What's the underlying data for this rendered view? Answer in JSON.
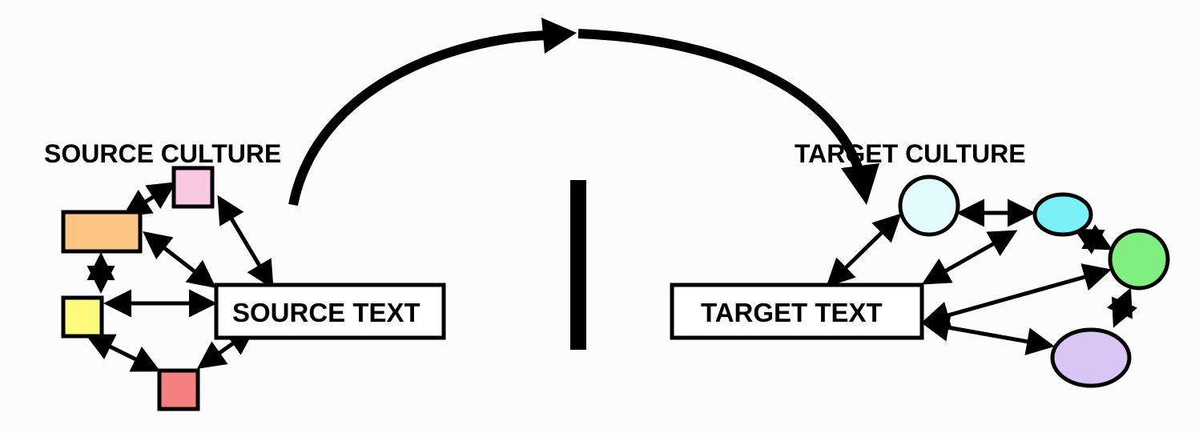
{
  "labels": {
    "source_culture": "SOURCE CULTURE",
    "target_culture": "TARGET CULTURE",
    "source_text": "SOURCE TEXT",
    "target_text": "TARGET TEXT"
  },
  "colors": {
    "background": "#fcfcfc",
    "stroke": "#000000",
    "source_orange": "#fdc583",
    "source_pink": "#f9c8e1",
    "source_yellow": "#fdfa7e",
    "source_red": "#f58080",
    "target_light_cyan": "#e2fcfd",
    "target_cyan": "#7af1f7",
    "target_green": "#7ff07f",
    "target_lavender": "#d9c6f4",
    "box_fill": "#ffffff"
  }
}
